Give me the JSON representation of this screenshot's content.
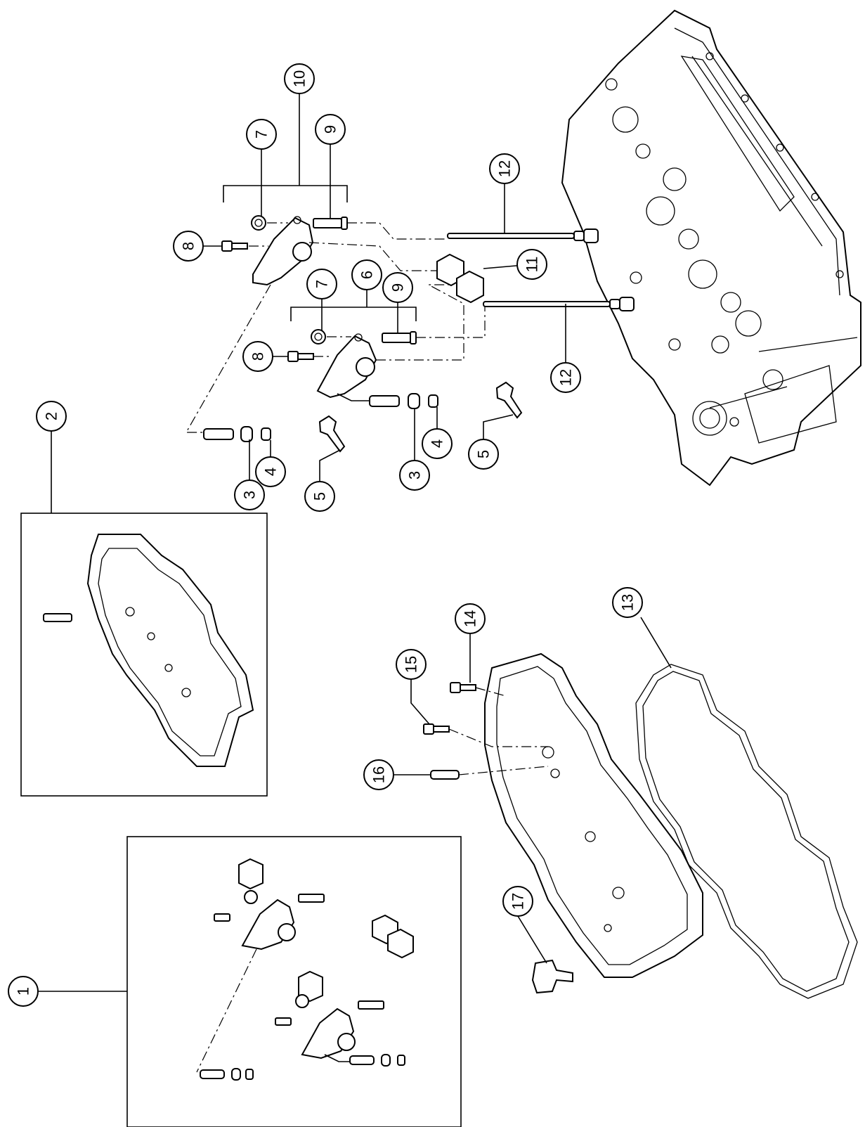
{
  "callouts": [
    {
      "id": "c1",
      "label": "1"
    },
    {
      "id": "c2",
      "label": "2"
    },
    {
      "id": "c3a",
      "label": "3"
    },
    {
      "id": "c3b",
      "label": "3"
    },
    {
      "id": "c4a",
      "label": "4"
    },
    {
      "id": "c4b",
      "label": "4"
    },
    {
      "id": "c5a",
      "label": "5"
    },
    {
      "id": "c5b",
      "label": "5"
    },
    {
      "id": "c6",
      "label": "6"
    },
    {
      "id": "c7a",
      "label": "7"
    },
    {
      "id": "c7b",
      "label": "7"
    },
    {
      "id": "c8a",
      "label": "8"
    },
    {
      "id": "c8b",
      "label": "8"
    },
    {
      "id": "c9a",
      "label": "9"
    },
    {
      "id": "c9b",
      "label": "9"
    },
    {
      "id": "c10",
      "label": "10"
    },
    {
      "id": "c11",
      "label": "11"
    },
    {
      "id": "c12a",
      "label": "12"
    },
    {
      "id": "c12b",
      "label": "12"
    },
    {
      "id": "c13",
      "label": "13"
    },
    {
      "id": "c14",
      "label": "14"
    },
    {
      "id": "c15",
      "label": "15"
    },
    {
      "id": "c16",
      "label": "16"
    },
    {
      "id": "c17",
      "label": "17"
    }
  ]
}
